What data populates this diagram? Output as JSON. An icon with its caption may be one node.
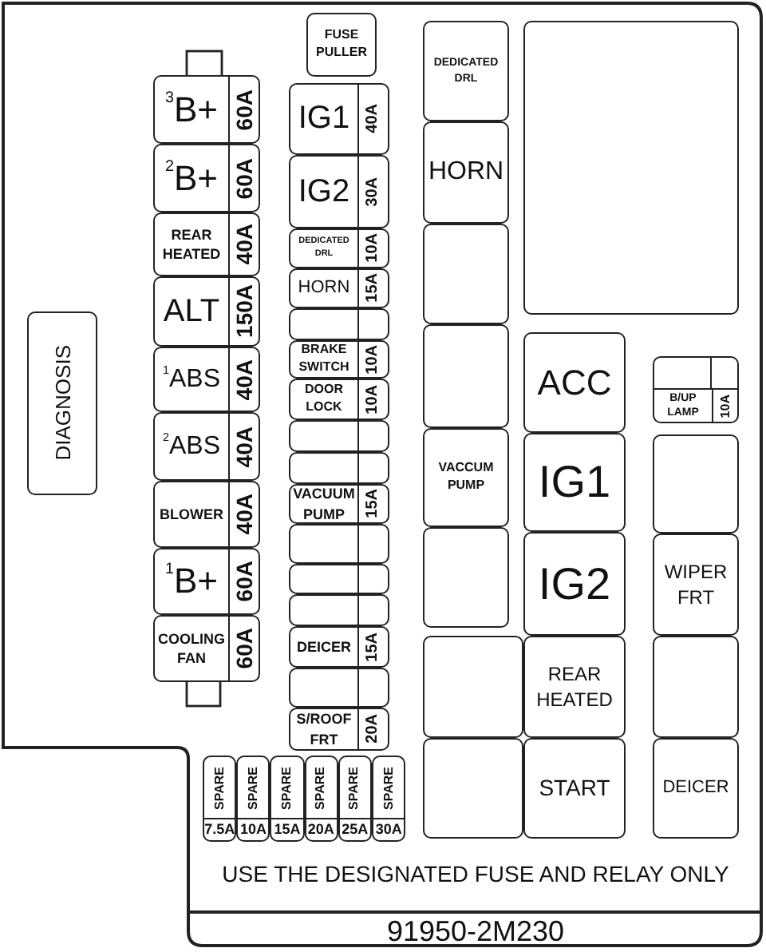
{
  "diagram": {
    "nodes": [
      {
        "text": [
          "DIAGNOSIS"
        ]
      },
      {
        "text": [
          "FUSE PULLER"
        ]
      },
      {
        "text": [
          "$^{3}$B+",
          "60A"
        ]
      },
      {
        "text": [
          "$^{2}$B+",
          "60A"
        ]
      },
      {
        "text": [
          "REAR HEATED",
          "40A"
        ]
      },
      {
        "text": [
          "ALT",
          "150A"
        ]
      },
      {
        "text": [
          "$^{1}$ABS",
          "40A"
        ]
      },
      {
        "text": [
          "$^{2}$ABS",
          "40A"
        ]
      },
      {
        "text": [
          "BLOWER",
          "40A"
        ]
      },
      {
        "text": [
          "$^{1}$B+",
          "60A"
        ]
      },
      {
        "text": [
          "COOLING FAN",
          "60A"
        ]
      },
      {
        "text": [
          "IG1",
          "40A"
        ]
      },
      {
        "text": [
          "IG2",
          "30A"
        ]
      },
      {
        "text": [
          "DEDICATED DRL",
          "10A"
        ]
      },
      {
        "text": [
          "HORN",
          "15A"
        ]
      },
      {
        "text": [],
        "shape": "box"
      },
      {
        "text": [
          "BRAKE SWITCH",
          "10A"
        ]
      },
      {
        "text": [
          "DOOR LOCK",
          "10A"
        ]
      },
      {
        "text": [],
        "shape": "box"
      },
      {
        "text": [],
        "shape": "box"
      },
      {
        "text": [
          "VACUUM PUMP",
          "15A"
        ]
      },
      {
        "text": [],
        "shape": "box"
      },
      {
        "text": [],
        "shape": "box"
      },
      {
        "text": [],
        "shape": "box"
      },
      {
        "text": [
          "DEICER",
          "15A"
        ]
      },
      {
        "text": [],
        "shape": "box"
      },
      {
        "text": [
          "S/ROOF FRT",
          "20A"
        ]
      },
      {
        "text": [
          "SPARE",
          "7.5A"
        ]
      },
      {
        "text": [
          "SPARE",
          "10A"
        ]
      },
      {
        "text": [
          "SPARE",
          "15A"
        ]
      },
      {
        "text": [
          "SPARE",
          "20A"
        ]
      },
      {
        "text": [
          "SPARE",
          "25A"
        ]
      },
      {
        "text": [
          "SPARE",
          "30A"
        ]
      },
      {
        "text": [
          "DEDICATED DRL"
        ]
      },
      {
        "text": [
          "HORN"
        ]
      },
      {
        "text": [],
        "shape": "box"
      },
      {
        "text": [],
        "shape": "box"
      },
      {
        "text": [
          "VACCUM PUMP"
        ]
      },
      {
        "text": [],
        "shape": "box"
      },
      {
        "text": [],
        "shape": "box"
      },
      {
        "text": [],
        "shape": "box"
      },
      {
        "text": [],
        "shape": "box"
      },
      {
        "text": [
          "ACC"
        ]
      },
      {
        "text": [
          "IG1"
        ]
      },
      {
        "text": [
          "IG2"
        ]
      },
      {
        "text": [
          "REAR HEATED"
        ]
      },
      {
        "text": [
          "START"
        ]
      },
      {
        "text": [
          "B/UP LAMP",
          "10A"
        ]
      },
      {
        "text": [],
        "shape": "box"
      },
      {
        "text": [
          "WIPER FRT"
        ]
      },
      {
        "text": [],
        "shape": "box"
      },
      {
        "text": [
          "DEICER"
        ]
      }
    ],
    "labels": [
      "USE THE DESIGNATED FUSE AND RELAY ONLY",
      "91950-2M230"
    ]
  }
}
